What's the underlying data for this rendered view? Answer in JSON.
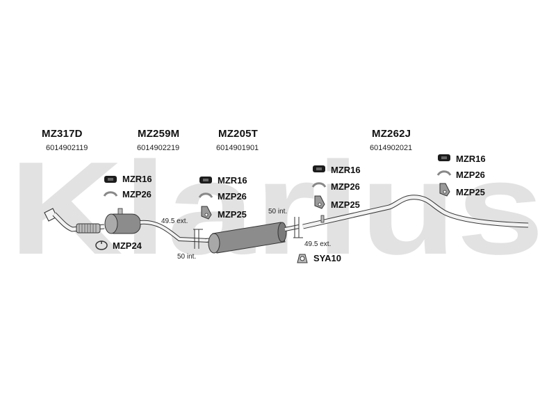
{
  "brand": {
    "watermark": "Klarius"
  },
  "parts": [
    {
      "code": "MZ317D",
      "number": "6014902119"
    },
    {
      "code": "MZ259M",
      "number": "6014902219"
    },
    {
      "code": "MZ205T",
      "number": "6014901901"
    },
    {
      "code": "MZ262J",
      "number": "6014902021"
    }
  ],
  "accessories": {
    "g1_mzr16": "MZR16",
    "g1_mzp26": "MZP26",
    "g1_mzp24": "MZP24",
    "g2_mzr16": "MZR16",
    "g2_mzp26": "MZP26",
    "g2_mzp25": "MZP25",
    "g3_mzr16": "MZR16",
    "g3_mzp26": "MZP26",
    "g3_mzp25": "MZP25",
    "g3_sya10": "SYA10",
    "g4_mzr16": "MZR16",
    "g4_mzp26": "MZP26",
    "g4_mzp25": "MZP25"
  },
  "dimensions": {
    "d1_ext": "49.5 ext.",
    "d1_int": "50 int.",
    "d2_int": "50 int.",
    "d2_ext": "49.5 ext."
  },
  "icons": {
    "rubber_mount": "rubber-mount-icon",
    "clamp": "clamp-icon",
    "bracket": "bracket-icon",
    "ring_clamp": "ring-clamp-icon",
    "gasket": "gasket-icon"
  }
}
